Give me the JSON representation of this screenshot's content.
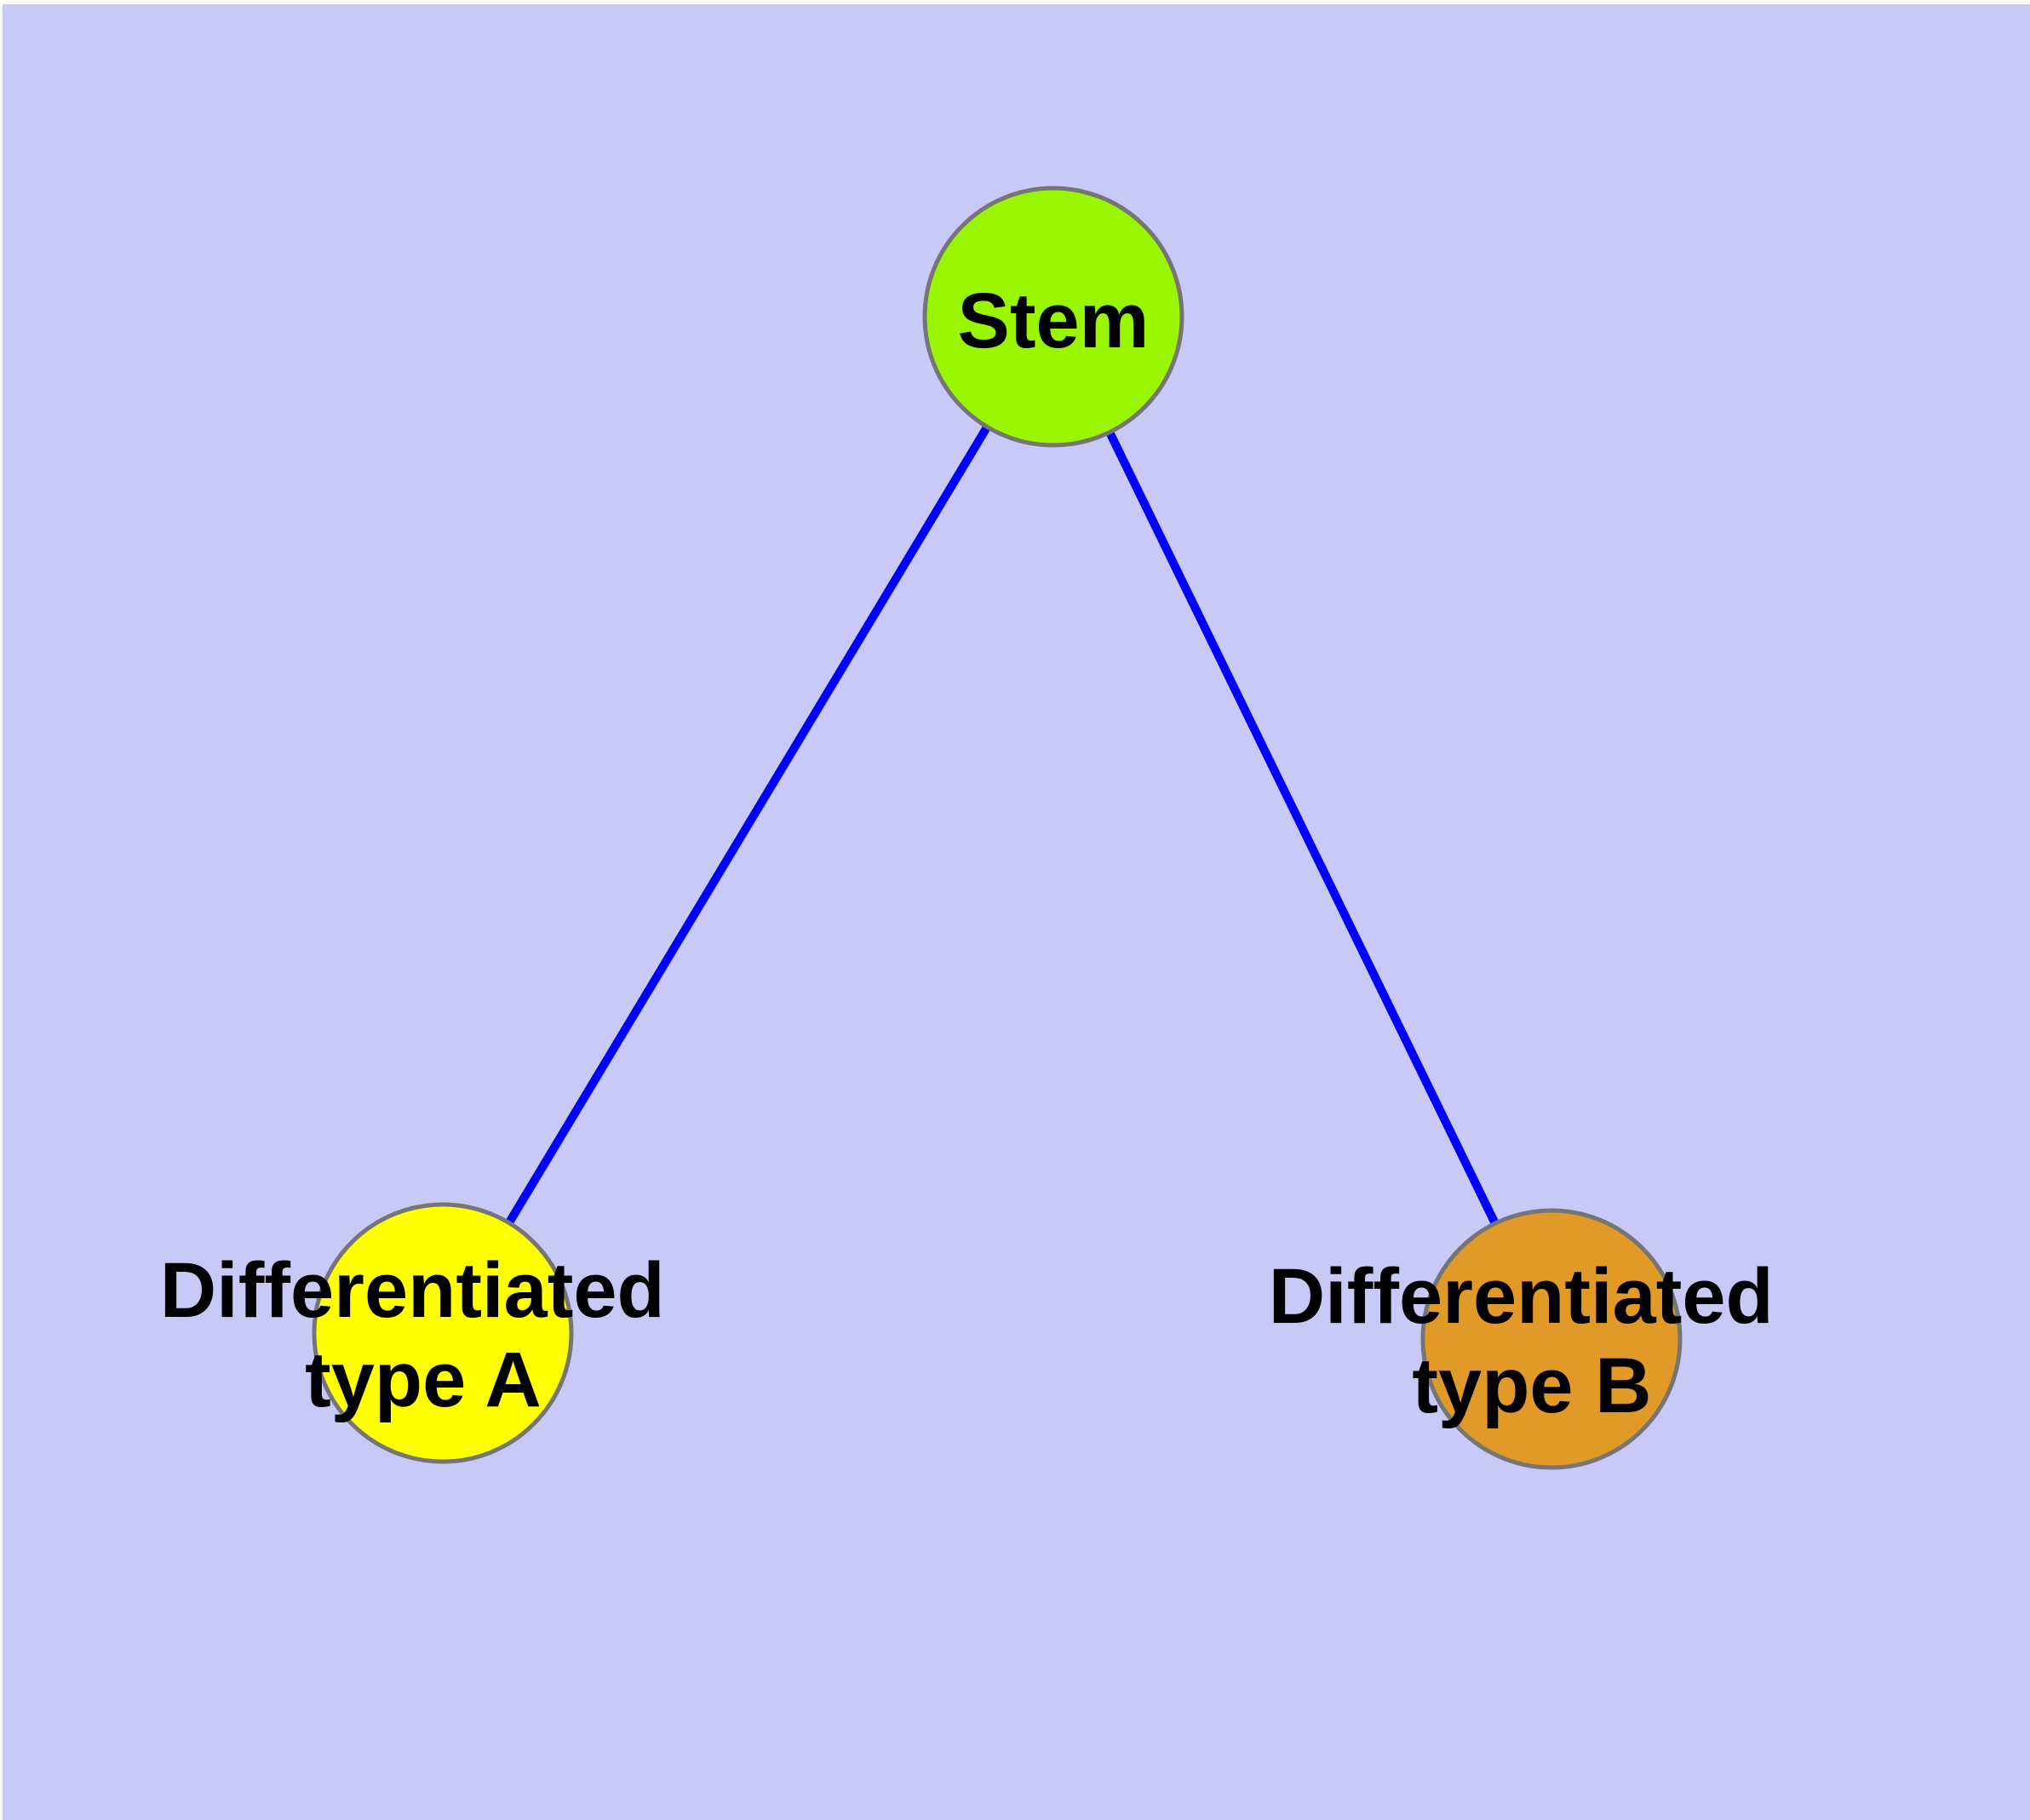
{
  "diagram": {
    "background_color": "#C9C9F8",
    "frame_strip_color": "#FFFFFF",
    "edge_color": "#0000FF",
    "node_border_color": "#757575",
    "label_color": "#000000",
    "nodes": {
      "stem": {
        "label": "Stem",
        "color": "#9AF500"
      },
      "type_a": {
        "label": "Differentiated type A",
        "label_line1": "Differentiated",
        "label_line2": "type A",
        "color": "#FFFF00"
      },
      "type_b": {
        "label": "Differentiated type B",
        "label_line1": "Differentiated",
        "label_line2": "type B",
        "color": "#E19A28"
      }
    },
    "edges": [
      {
        "from": "Stem",
        "to": "Differentiated type A"
      },
      {
        "from": "Stem",
        "to": "Differentiated type B"
      }
    ]
  }
}
